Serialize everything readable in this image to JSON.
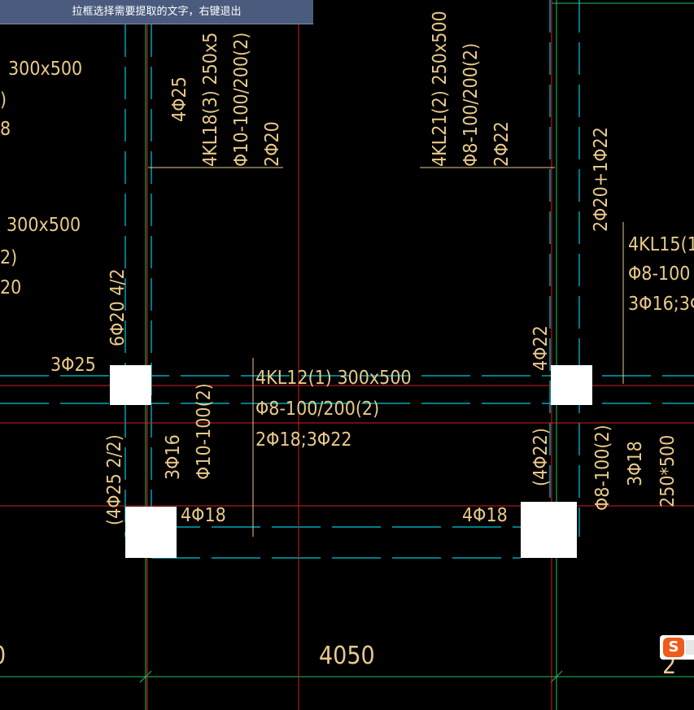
{
  "hint": {
    "text": "拉框选择需要提取的文字，右键退出"
  },
  "drawing": {
    "labels": [
      {
        "text": "300x500"
      },
      {
        "text": ")"
      },
      {
        "text": "8"
      },
      {
        "text": "300x500"
      },
      {
        "text": "2)"
      },
      {
        "text": "20"
      },
      {
        "text": "4Φ25"
      },
      {
        "text": "4KL18(3) 250x5"
      },
      {
        "text": "Φ10-100/200(2)"
      },
      {
        "text": "2Φ20"
      },
      {
        "text": "4KL21(2) 250x500"
      },
      {
        "text": "Φ8-100/200(2)"
      },
      {
        "text": "2Φ22"
      },
      {
        "text": "2Φ20+1Φ22"
      },
      {
        "text": "4KL15(1"
      },
      {
        "text": "Φ8-100"
      },
      {
        "text": "3Φ16;3Φ"
      },
      {
        "text": "6Φ20 4/2"
      },
      {
        "text": "3Φ25"
      },
      {
        "text": "4KL12(1) 300x500"
      },
      {
        "text": "Φ8-100/200(2)"
      },
      {
        "text": "2Φ18;3Φ22"
      },
      {
        "text": "4Φ22"
      },
      {
        "text": "(4Φ25 2/2)"
      },
      {
        "text": "3Φ16"
      },
      {
        "text": "Φ10-100(2)"
      },
      {
        "text": "4Φ18"
      },
      {
        "text": "4Φ18"
      },
      {
        "text": "(4Φ22)"
      },
      {
        "text": "Φ8-100(2)"
      },
      {
        "text": "3Φ18"
      },
      {
        "text": "250*500"
      },
      {
        "text": "4050"
      },
      {
        "text": "0"
      },
      {
        "text": "2"
      }
    ]
  },
  "ime": {
    "logo": "S"
  },
  "colors": {
    "background": "#000000",
    "text": "#e8c98a",
    "axis_red": "#d42020",
    "beam_cyan": "#00c8d8",
    "dim_green": "#20c060",
    "column": "#ffffff",
    "hint_bg": "#4a5b7e"
  }
}
